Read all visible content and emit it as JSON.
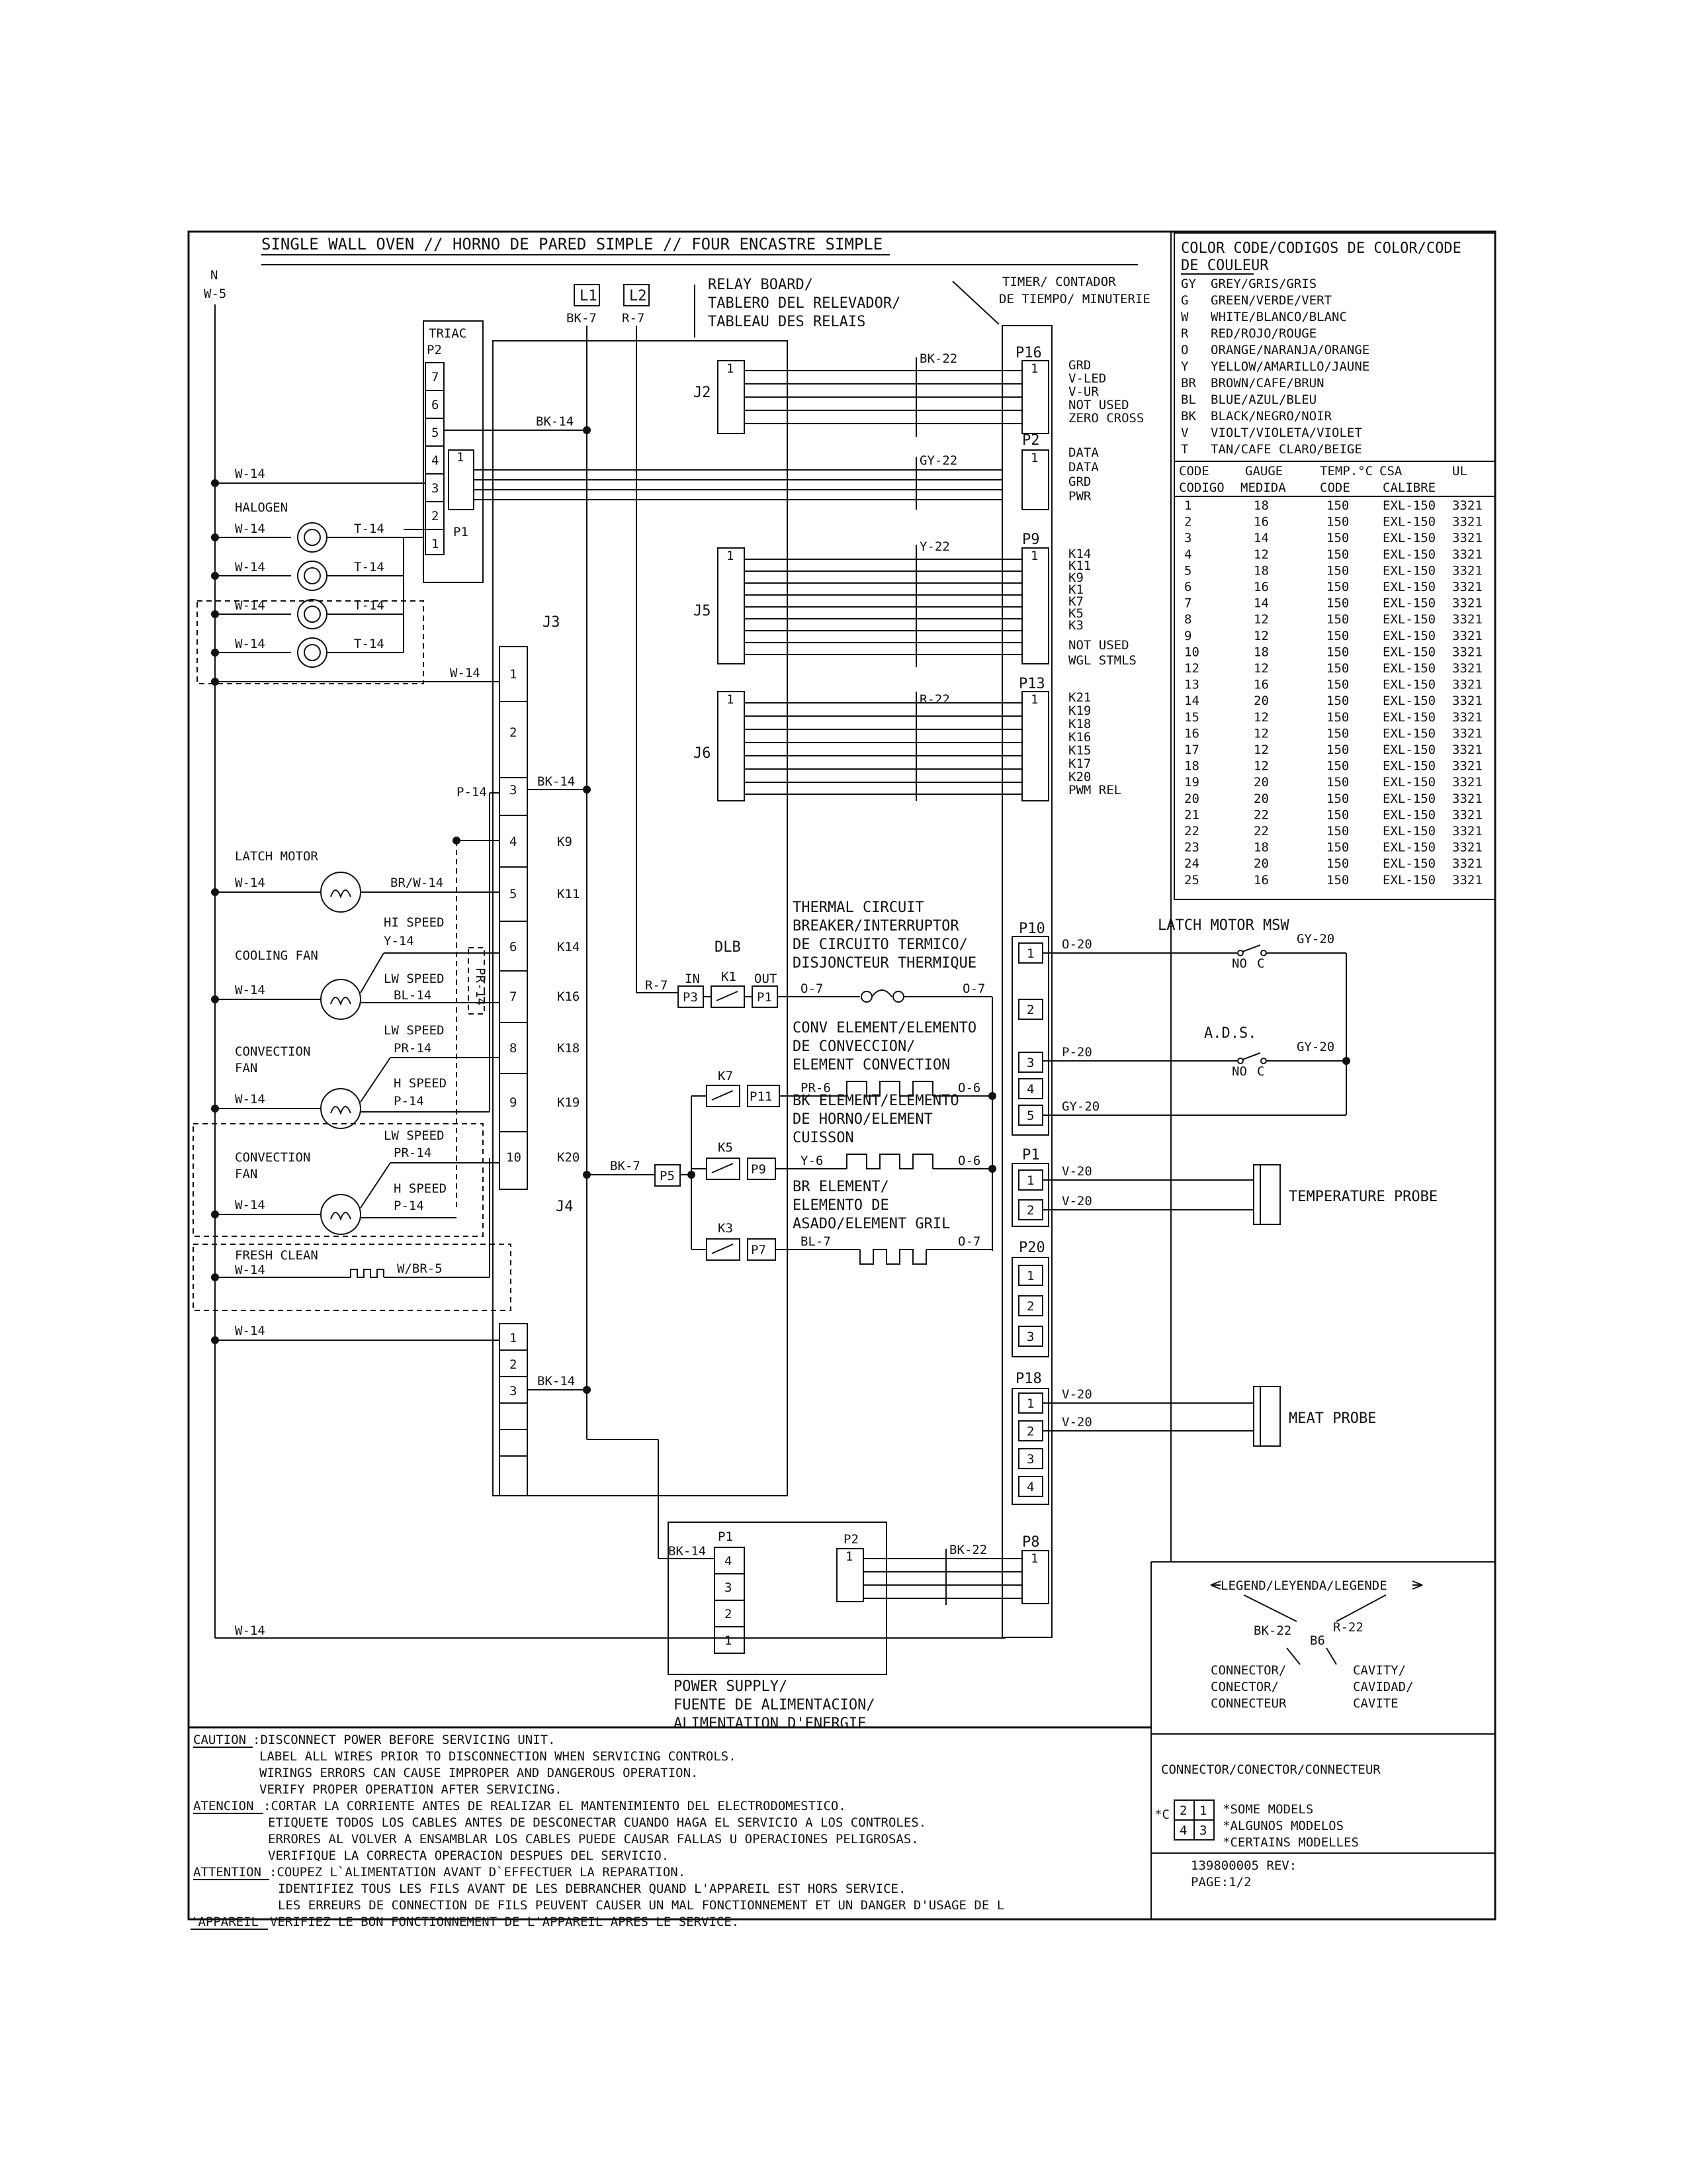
{
  "title": "SINGLE WALL OVEN // HORNO DE PARED SIMPLE // FOUR ENCASTRE SIMPLE",
  "neutral": {
    "n": "N",
    "w5": "W-5"
  },
  "lines": {
    "l1": "L1",
    "l2": "L2",
    "l1_wire": "BK-7",
    "l2_wire": "R-7"
  },
  "relay_board": {
    "label1": "RELAY BOARD/",
    "label2": "TABLERO DEL RELEVADOR/",
    "label3": "TABLEAU  DES RELAIS"
  },
  "timer": {
    "label1": "TIMER/ CONTADOR",
    "label2": "DE TIEMPO/ MINUTERIE"
  },
  "triac": {
    "label": "TRIAC",
    "p2": "P2",
    "p1": "P1",
    "pins": [
      "7",
      "6",
      "5",
      "4",
      "3",
      "2",
      "1"
    ]
  },
  "halogen": {
    "label": "HALOGEN",
    "wire_w": "W-14",
    "wire_t": "T-14"
  },
  "left_wires": {
    "w14": "W-14",
    "p14": "P-14",
    "bk14": "BK-14",
    "pr14": "PR-14",
    "bk7": "BK-7",
    "r7": "R-7"
  },
  "j_labels": {
    "j2": "J2",
    "j3": "J3",
    "j4": "J4",
    "j5": "J5",
    "j6": "J6"
  },
  "j3_pins": [
    "1",
    "2",
    "3",
    "4",
    "5",
    "6",
    "7",
    "8",
    "9",
    "10"
  ],
  "relays": [
    "K9",
    "K11",
    "K14",
    "K16",
    "K18",
    "K19",
    "K20"
  ],
  "latch_motor": {
    "label": "LATCH MOTOR",
    "wire": "BR/W-14"
  },
  "cooling_fan": {
    "label": "COOLING FAN",
    "hi": "HI SPEED",
    "hi_wire": "Y-14",
    "lw": "LW SPEED",
    "lw_wire": "BL-14"
  },
  "convection_fan1": {
    "label1": "CONVECTION",
    "label2": "FAN",
    "lw": "LW SPEED",
    "lw_wire": "PR-14",
    "h": "H SPEED",
    "h_wire": "P-14"
  },
  "convection_fan2": {
    "label1": "CONVECTION",
    "label2": "FAN",
    "lw": "LW SPEED",
    "lw_wire": "PR-14",
    "h": "H SPEED",
    "h_wire": "P-14"
  },
  "fresh_clean": {
    "label": "FRESH CLEAN",
    "wire": "W-14",
    "wire2": "W/BR-5"
  },
  "bottom_conn_pins": [
    "1",
    "2",
    "3"
  ],
  "p16": {
    "label": "P16",
    "wire": "BK-22",
    "signals": [
      "GRD",
      "V-LED",
      "V-UR",
      "NOT USED",
      "ZERO CROSS"
    ]
  },
  "p2r": {
    "label": "P2",
    "wire": "GY-22",
    "signals": [
      "DATA",
      "DATA",
      "GRD",
      "PWR"
    ]
  },
  "p9": {
    "label": "P9",
    "wire": "Y-22",
    "signals": [
      "K14",
      "K11",
      "K9",
      "K1",
      "K7",
      "K5",
      "K3",
      "NOT USED",
      "WGL STMLS"
    ]
  },
  "p13": {
    "label": "P13",
    "wire": "R-22",
    "signals": [
      "K21",
      "K19",
      "K18",
      "K16",
      "K15",
      "K17",
      "K20",
      "PWM REL"
    ]
  },
  "thermal": {
    "l1": "THERMAL CIRCUIT",
    "l2": "BREAKER/INTERRUPTOR",
    "l3": "DE CIRCUITO TERMICO/",
    "l4": "DISJONCTEUR THERMIQUE",
    "w1": "O-7",
    "w2": "O-7"
  },
  "dlb": {
    "label": "DLB",
    "in": "IN",
    "out": "OUT",
    "k1": "K1",
    "p3": "P3",
    "p1": "P1",
    "wire": "R-7"
  },
  "conv_element": {
    "l1": "CONV ELEMENT/ELEMENTO",
    "l2": " DE CONVECCION/",
    "l3": "ELEMENT CONVECTION",
    "w1": "PR-6",
    "w2": "O-6",
    "k": "K7",
    "p": "P11"
  },
  "bk_element": {
    "l1": "BK ELEMENT/ELEMENTO",
    "l2": "DE HORNO/ELEMENT",
    "l3": "CUISSON",
    "w1": "Y-6",
    "w2": "O-6",
    "k": "K5",
    "p": "P9"
  },
  "br_element": {
    "l1": "BR ELEMENT/",
    "l2": "ELEMENTO DE",
    "l3": "ASADO/ELEMENT GRIL",
    "w1": "BL-7",
    "w2": "O-7",
    "k": "K3",
    "p": "P7"
  },
  "p5": {
    "label": "P5",
    "wire": "BK-7"
  },
  "p10": {
    "label": "P10",
    "pins": [
      "1",
      "2",
      "3",
      "4",
      "5"
    ],
    "w1": "O-20",
    "w3": "P-20",
    "w5": "GY-20"
  },
  "latch_msw": {
    "label": "LATCH MOTOR MSW",
    "no": "NO",
    "c": "C",
    "wire": "GY-20"
  },
  "ads": {
    "label": "A.D.S.",
    "no": "NO",
    "c": "C",
    "wire": "GY-20"
  },
  "p1r": {
    "label": "P1",
    "pins": [
      "1",
      "2"
    ],
    "w1": "V-20",
    "w2": "V-20"
  },
  "temp_probe": "TEMPERATURE PROBE",
  "p20": {
    "label": "P20",
    "pins": [
      "1",
      "2",
      "3"
    ]
  },
  "p18": {
    "label": "P18",
    "pins": [
      "1",
      "2",
      "3",
      "4"
    ],
    "w1": "V-20",
    "w2": "V-20"
  },
  "meat_probe": "MEAT PROBE",
  "power_supply": {
    "p1": "P1",
    "p2": "P2",
    "pins": [
      "4",
      "3",
      "2",
      "1"
    ],
    "wire": "BK-14",
    "wire2": "BK-22",
    "l1": "POWER SUPPLY/",
    "l2": "FUENTE DE ALIMENTACION/",
    "l3": "ALIMENTATION D'ENERGIE"
  },
  "p8": {
    "label": "P8",
    "pin": "1"
  },
  "bottom_w14": "W-14",
  "color_code": {
    "header1": "COLOR CODE/CODIGOS DE COLOR/CODE",
    "header2": "DE COULEUR",
    "rows": [
      {
        "code": "GY",
        "name": "GREY/GRIS/GRIS"
      },
      {
        "code": "G",
        "name": "GREEN/VERDE/VERT"
      },
      {
        "code": "W",
        "name": "WHITE/BLANCO/BLANC"
      },
      {
        "code": "R",
        "name": "RED/ROJO/ROUGE"
      },
      {
        "code": "O",
        "name": "ORANGE/NARANJA/ORANGE"
      },
      {
        "code": "Y",
        "name": "YELLOW/AMARILLO/JAUNE"
      },
      {
        "code": "BR",
        "name": "BROWN/CAFE/BRUN"
      },
      {
        "code": "BL",
        "name": "BLUE/AZUL/BLEU"
      },
      {
        "code": "BK",
        "name": "BLACK/NEGRO/NOIR"
      },
      {
        "code": "V",
        "name": "VIOLT/VIOLETA/VIOLET"
      },
      {
        "code": "T",
        "name": "TAN/CAFE CLARO/BEIGE"
      }
    ]
  },
  "gauge_table": {
    "headers1": [
      "CODE",
      "GAUGE",
      "TEMP.°C",
      "CSA",
      "UL"
    ],
    "headers2": [
      "CODIGO",
      "MEDIDA",
      "CODE",
      "CALIBRE"
    ],
    "rows": [
      [
        "1",
        "18",
        "150",
        "EXL-150",
        "3321"
      ],
      [
        "2",
        "16",
        "150",
        "EXL-150",
        "3321"
      ],
      [
        "3",
        "14",
        "150",
        "EXL-150",
        "3321"
      ],
      [
        "4",
        "12",
        "150",
        "EXL-150",
        "3321"
      ],
      [
        "5",
        "18",
        "150",
        "EXL-150",
        "3321"
      ],
      [
        "6",
        "16",
        "150",
        "EXL-150",
        "3321"
      ],
      [
        "7",
        "14",
        "150",
        "EXL-150",
        "3321"
      ],
      [
        "8",
        "12",
        "150",
        "EXL-150",
        "3321"
      ],
      [
        "9",
        "12",
        "150",
        "EXL-150",
        "3321"
      ],
      [
        "10",
        "18",
        "150",
        "EXL-150",
        "3321"
      ],
      [
        "12",
        "12",
        "150",
        "EXL-150",
        "3321"
      ],
      [
        "13",
        "16",
        "150",
        "EXL-150",
        "3321"
      ],
      [
        "14",
        "20",
        "150",
        "EXL-150",
        "3321"
      ],
      [
        "15",
        "12",
        "150",
        "EXL-150",
        "3321"
      ],
      [
        "16",
        "12",
        "150",
        "EXL-150",
        "3321"
      ],
      [
        "17",
        "12",
        "150",
        "EXL-150",
        "3321"
      ],
      [
        "18",
        "12",
        "150",
        "EXL-150",
        "3321"
      ],
      [
        "19",
        "20",
        "150",
        "EXL-150",
        "3321"
      ],
      [
        "20",
        "20",
        "150",
        "EXL-150",
        "3321"
      ],
      [
        "21",
        "22",
        "150",
        "EXL-150",
        "3321"
      ],
      [
        "22",
        "22",
        "150",
        "EXL-150",
        "3321"
      ],
      [
        "23",
        "18",
        "150",
        "EXL-150",
        "3321"
      ],
      [
        "24",
        "20",
        "150",
        "EXL-150",
        "3321"
      ],
      [
        "25",
        "16",
        "150",
        "EXL-150",
        "3321"
      ]
    ]
  },
  "legend": {
    "title": "LEGEND/LEYENDA/LEGENDE",
    "bk": "BK-22",
    "r": "R-22",
    "b6": "B6",
    "c1": "CONNECTOR/",
    "c2": "CONECTOR/",
    "c3": "CONNECTEUR",
    "v1": "CAVITY/",
    "v2": "CAVIDAD/",
    "v3": "CAVITE"
  },
  "connector_box": {
    "title": "CONNECTOR/CONECTOR/CONNECTEUR",
    "star": "*C",
    "pins": [
      "2",
      "1",
      "4",
      "3"
    ],
    "n1": "*SOME MODELS",
    "n2": "*ALGUNOS MODELOS",
    "n3": "*CERTAINS MODELLES"
  },
  "doc": {
    "number": "139800005 REV:",
    "page": "PAGE:1/2"
  },
  "notes": {
    "caution_label": "CAUTION",
    "caution": [
      ":DISCONNECT POWER BEFORE SERVICING UNIT.",
      "LABEL ALL WIRES PRIOR TO DISCONNECTION WHEN SERVICING CONTROLS.",
      "WIRINGS ERRORS CAN CAUSE IMPROPER AND DANGEROUS OPERATION.",
      "VERIFY PROPER OPERATION AFTER SERVICING."
    ],
    "atencion_label": "ATENCION",
    "atencion": [
      ":CORTAR LA CORRIENTE ANTES DE REALIZAR EL MANTENIMIENTO DEL ELECTRODOMESTICO.",
      "ETIQUETE TODOS LOS CABLES ANTES DE DESCONECTAR CUANDO HAGA EL SERVICIO A LOS CONTROLES.",
      "ERRORES AL VOLVER A ENSAMBLAR LOS CABLES PUEDE CAUSAR FALLAS U OPERACIONES PELIGROSAS.",
      "VERIFIQUE LA CORRECTA OPERACION DESPUES DEL SERVICIO."
    ],
    "attention_label": "ATTENTION",
    "attention": [
      ":COUPEZ L`ALIMENTATION AVANT D`EFFECTUER LA REPARATION.",
      "IDENTIFIEZ TOUS LES FILS AVANT DE LES DEBRANCHER QUAND L'APPAREIL EST HORS SERVICE.",
      "LES ERREURS DE CONNECTION DE FILS PEUVENT CAUSER UN MAL FONCTIONNEMENT ET UN DANGER D'USAGE DE L"
    ],
    "appareil_label": "'APPAREIL",
    "appareil": "VERIFIEZ LE BON FONCTIONNEMENT DE L'APPAREIL APRES LE SERVICE."
  }
}
